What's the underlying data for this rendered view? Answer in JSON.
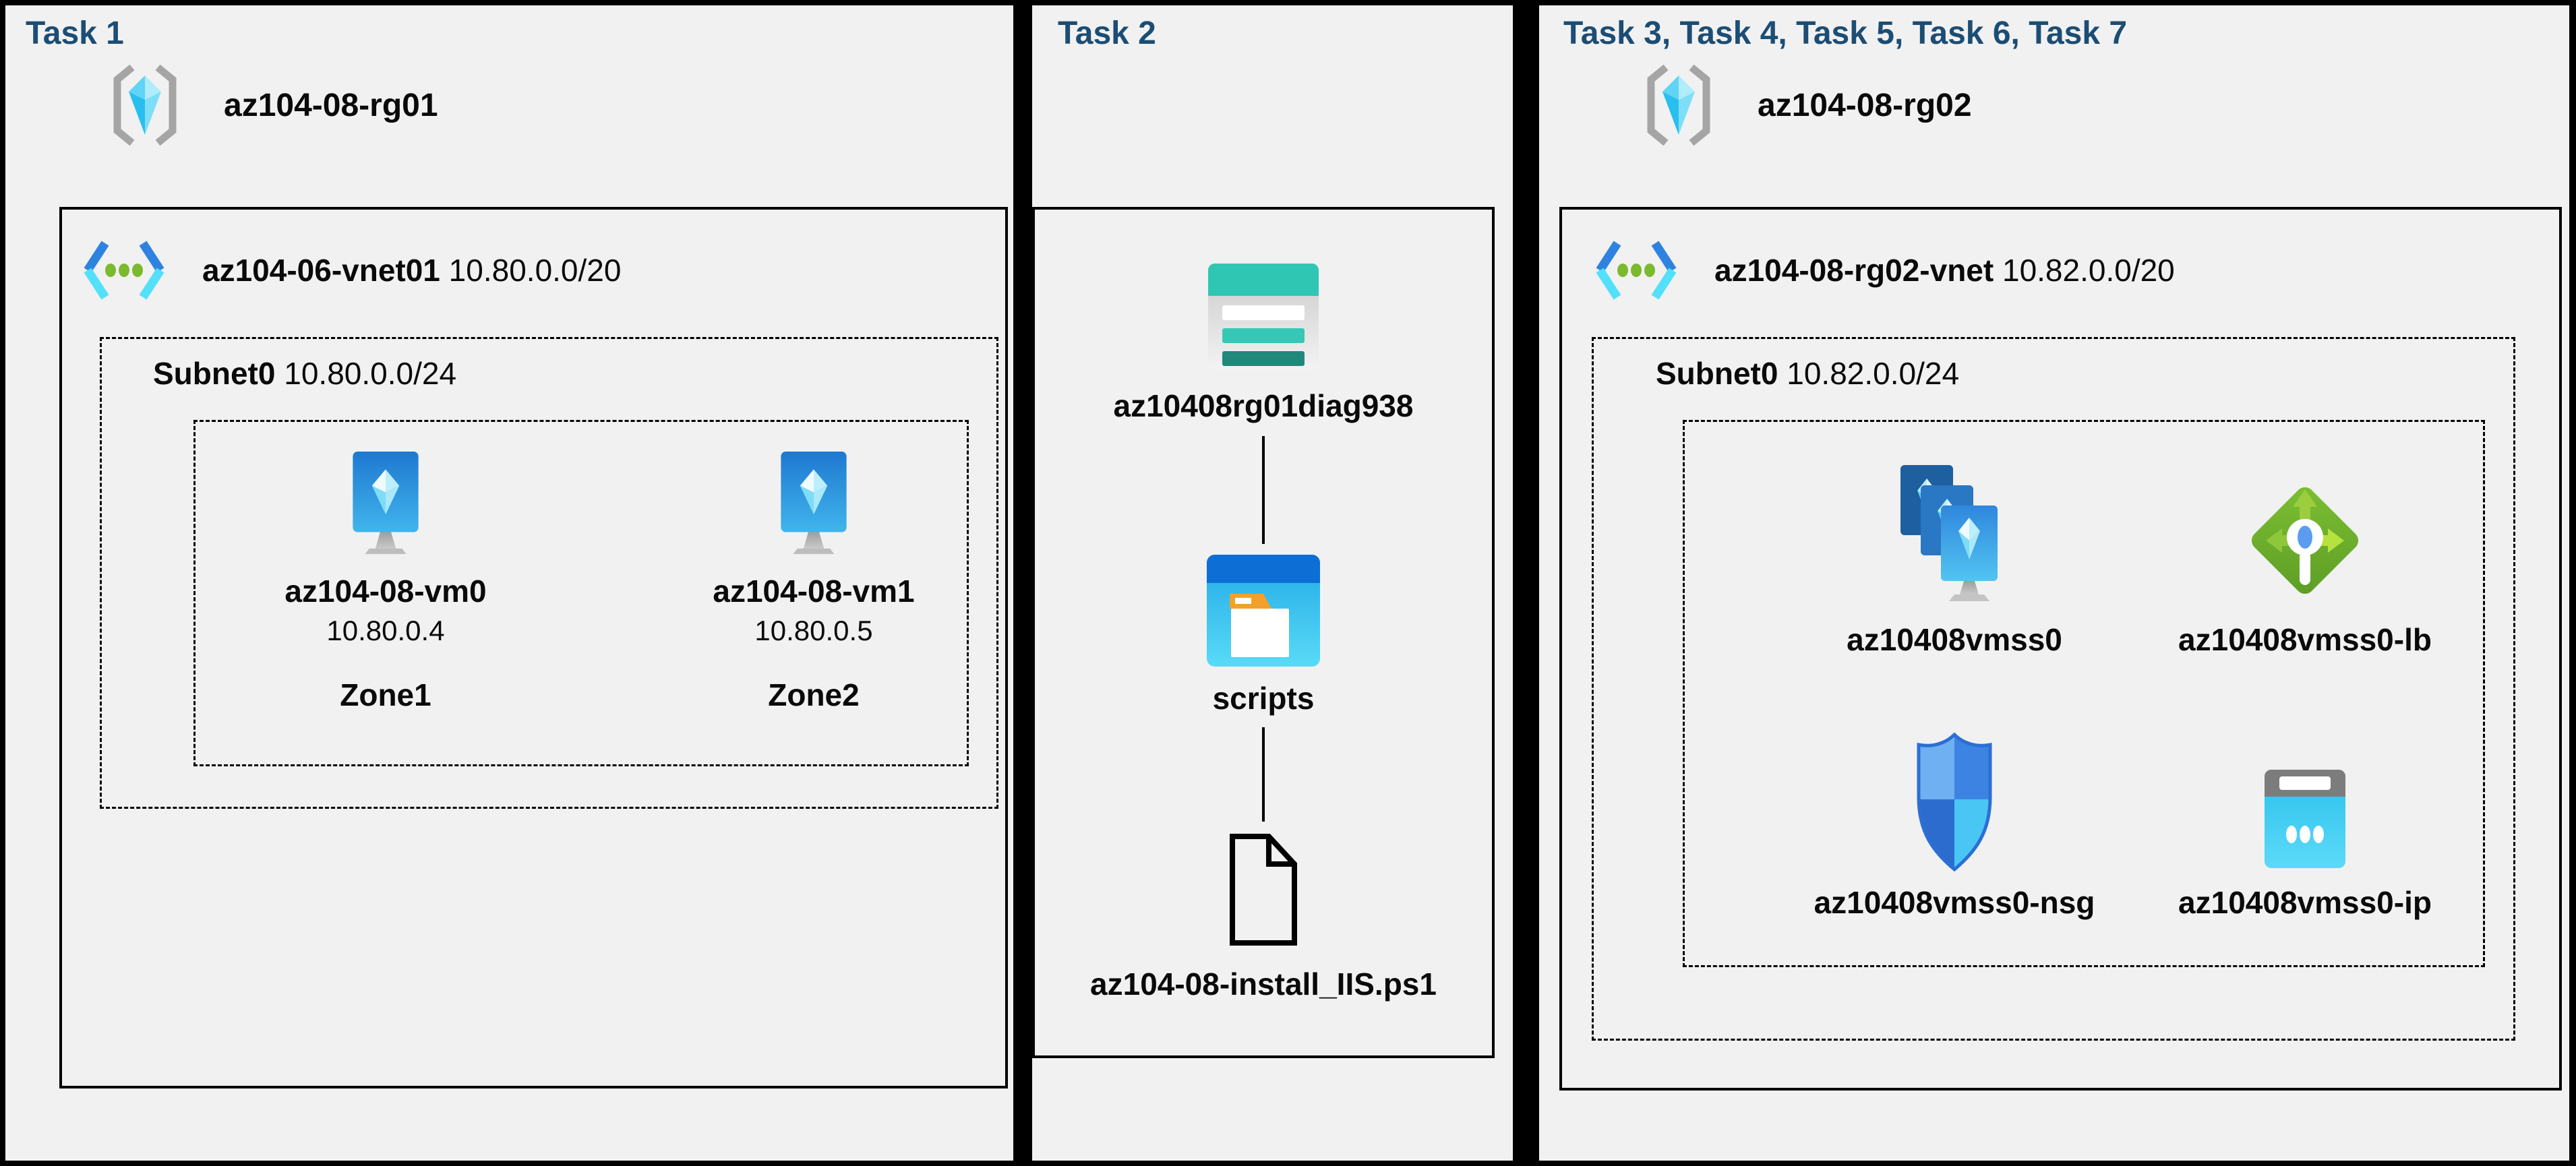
{
  "colors": {
    "page_bg": "#000000",
    "panel_bg": "#f1f1f1",
    "title_navy": "#1c4d74",
    "text": "#0a0a0a",
    "azure_blue": "#1e78d0",
    "azure_cyan": "#50e6ff",
    "azure_green": "#7cb92e",
    "teal": "#2fc7b4",
    "orange": "#f2a02c"
  },
  "panel1": {
    "title": "Task 1",
    "resource_group": "az104-08-rg01",
    "vnet_name": "az104-06-vnet01",
    "vnet_cidr": "10.80.0.0/20",
    "subnet_name": "Subnet0",
    "subnet_cidr": "10.80.0.0/24",
    "vms": [
      {
        "name": "az104-08-vm0",
        "ip": "10.80.0.4",
        "zone": "Zone1"
      },
      {
        "name": "az104-08-vm1",
        "ip": "10.80.0.5",
        "zone": "Zone2"
      }
    ]
  },
  "panel2": {
    "title": "Task 2",
    "storage_account": "az10408rg01diag938",
    "container": "scripts",
    "script_file": "az104-08-install_IIS.ps1"
  },
  "panel3": {
    "title": "Task 3, Task 4, Task 5, Task 6, Task 7",
    "resource_group": "az104-08-rg02",
    "vnet_name": "az104-08-rg02-vnet",
    "vnet_cidr": "10.82.0.0/20",
    "subnet_name": "Subnet0",
    "subnet_cidr": "10.82.0.0/24",
    "resources": [
      {
        "name": "az10408vmss0",
        "type": "vm-scale-set"
      },
      {
        "name": "az10408vmss0-lb",
        "type": "load-balancer"
      },
      {
        "name": "az10408vmss0-nsg",
        "type": "network-security-group"
      },
      {
        "name": "az10408vmss0-ip",
        "type": "public-ip"
      }
    ]
  }
}
